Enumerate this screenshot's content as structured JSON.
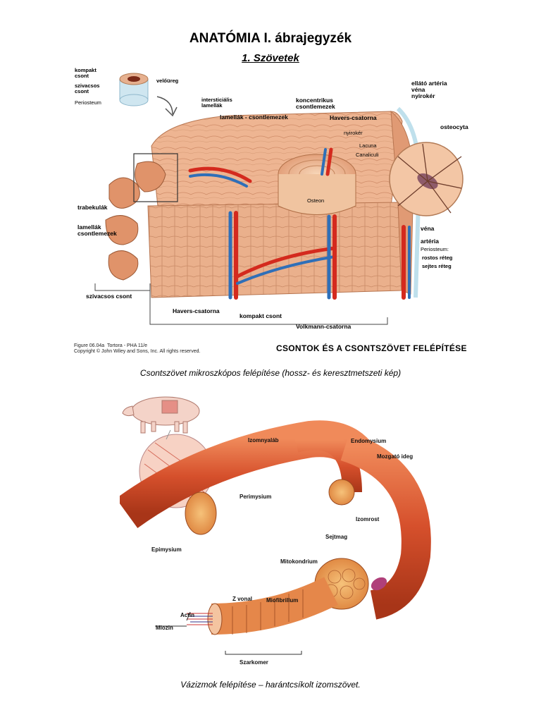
{
  "header": {
    "title": "ANATÓMIA I. ábrajegyzék",
    "subtitle": "1. Szövetek"
  },
  "bone_figure": {
    "labels": {
      "kompakt_csont_top": "kompakt\ncsont",
      "szivacsos_csont_top": "szivacsos\ncsont",
      "periosteum_top": "Periosteum",
      "veloureg": "velőüreg",
      "intersticialis_lamellak": "intersticiális\nlamellák",
      "lamellak_csontlemezek_top": "lamellák - csontlemezek",
      "koncentrikus_csontlemezek": "koncentrikus\ncsontlemezek",
      "havers_csatorna_top": "Havers-csatorna",
      "ellato": "ellátó artéria\nvéna\nnyirokér",
      "osteocyta": "osteocyta",
      "nyirokerek": "nyirokér",
      "lacuna": "Lacuna",
      "canaliculi": "Canaliculi",
      "osteon": "Osteon",
      "trabekulak": "trabekulák",
      "lamellak_csontlemezek_left": "lamellák\ncsontlemezek",
      "vena": "véna",
      "arteria": "artéria",
      "periosteum_right": "Periosteum:",
      "rostos": "rostos réteg",
      "sejtes": "sejtes réteg",
      "szivacsos_csont_bottom": "szivacsos csont",
      "havers_csatorna_bottom": "Havers-csatorna",
      "kompakt_csont_bottom": "kompakt csont",
      "volkmann": "Volkmann-csatorna"
    },
    "credit": "Figure 06.04a  Tortora - PHA 11/e\nCopyright © John Wiley and Sons, Inc. All rights reserved.",
    "banner": "CSONTOK ÉS A CSONTSZÖVET FELÉPÍTÉSE",
    "caption": "Csontszövet mikroszkópos felépítése (hossz- és keresztmetszeti kép)"
  },
  "muscle_figure": {
    "labels": {
      "izomnyalab": "Izomnyaláb",
      "endomysium": "Endomysium",
      "mozgato_ideg": "Mozgató ideg",
      "perimysium": "Perimysium",
      "izomrost": "Izomrost",
      "sejtmag": "Sejtmag",
      "epimysium": "Epimysium",
      "mitokondrium": "Mitokondrium",
      "z_vonal": "Z vonal",
      "miofibrillum": "Miofibrillum",
      "actin": "Actin",
      "miozin": "Miozin",
      "szarkomer": "Szarkomer"
    },
    "caption": "Vázizmok felépítése – harántcsíkolt izomszövet."
  },
  "colors": {
    "bone": "#e8a57f",
    "bone_dark": "#c97a52",
    "artery": "#d42a1e",
    "vein": "#2f6fb8",
    "muscle": "#d6502c",
    "muscle_light": "#f0a070",
    "periosteum": "#bfe0ec"
  }
}
